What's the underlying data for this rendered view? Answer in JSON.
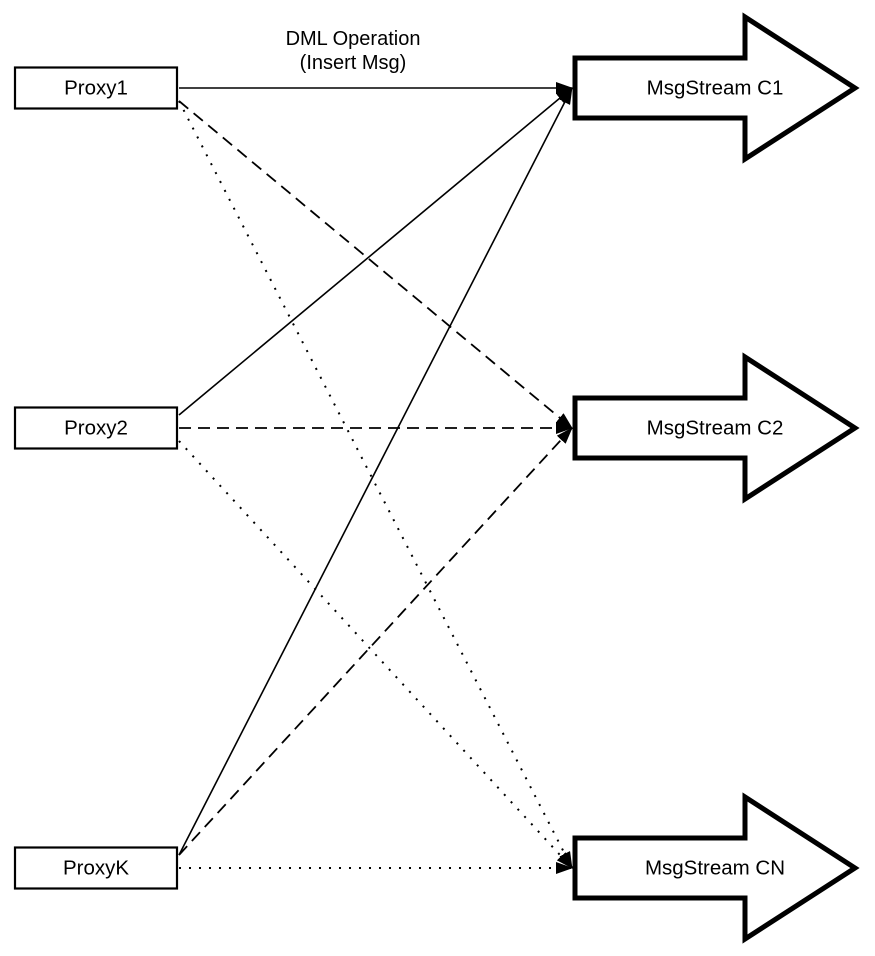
{
  "diagram": {
    "edge_label": {
      "line1": "DML Operation",
      "line2": "(Insert Msg)"
    },
    "proxies": [
      {
        "id": "proxy1",
        "label": "Proxy1"
      },
      {
        "id": "proxy2",
        "label": "Proxy2"
      },
      {
        "id": "proxyk",
        "label": "ProxyK"
      }
    ],
    "streams": [
      {
        "id": "c1",
        "label": "MsgStream C1"
      },
      {
        "id": "c2",
        "label": "MsgStream C2"
      },
      {
        "id": "cn",
        "label": "MsgStream CN"
      }
    ],
    "edges": [
      {
        "from": "proxy1",
        "to": "c1",
        "style": "solid"
      },
      {
        "from": "proxy2",
        "to": "c1",
        "style": "solid"
      },
      {
        "from": "proxyk",
        "to": "c1",
        "style": "solid"
      },
      {
        "from": "proxy1",
        "to": "c2",
        "style": "dashed"
      },
      {
        "from": "proxy2",
        "to": "c2",
        "style": "dashed"
      },
      {
        "from": "proxyk",
        "to": "c2",
        "style": "dashed"
      },
      {
        "from": "proxy1",
        "to": "cn",
        "style": "dotted"
      },
      {
        "from": "proxy2",
        "to": "cn",
        "style": "dotted"
      },
      {
        "from": "proxyk",
        "to": "cn",
        "style": "dotted"
      }
    ],
    "colors": {
      "stroke": "#000000",
      "fill": "#ffffff",
      "background": "#ffffff"
    }
  }
}
